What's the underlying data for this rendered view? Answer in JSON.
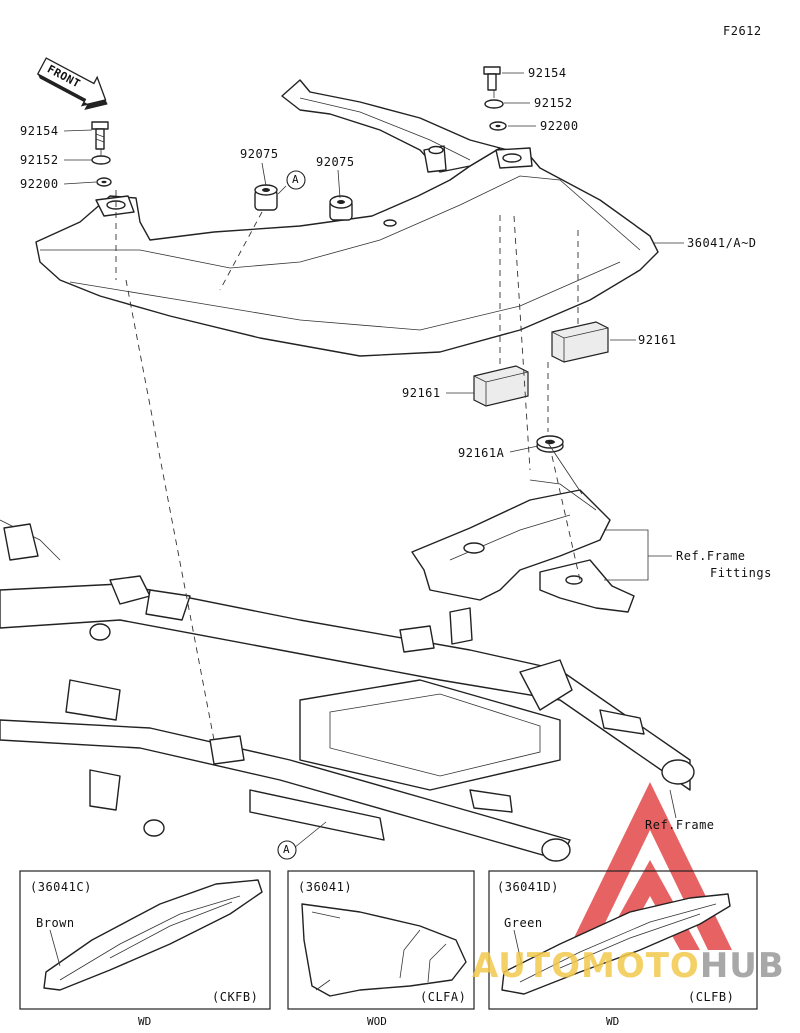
{
  "diagram": {
    "figure_code": "F2612",
    "front_arrow": "FRONT",
    "parts": {
      "bolt_left": "92154",
      "washer_left": "92152",
      "collar_left": "92200",
      "bolt_right": "92154",
      "washer_right": "92152",
      "collar_right": "92200",
      "grommet_1": "92075",
      "grommet_2": "92075",
      "cover": "36041/A~D",
      "damper_right": "92161",
      "damper_left": "92161",
      "damper_ring": "92161A"
    },
    "ref_frame_fittings_line1": "Ref.Frame",
    "ref_frame_fittings_line2": "Fittings",
    "ref_frame": "Ref.Frame",
    "callout_a_top": "A",
    "callout_a_bottom": "A"
  },
  "insets": [
    {
      "code": "(36041C)",
      "color_label": "Brown",
      "variant": "(CKFB)",
      "caption": "WD"
    },
    {
      "code": "(36041)",
      "color_label": "",
      "variant": "(CLFA)",
      "caption": "WOD"
    },
    {
      "code": "(36041D)",
      "color_label": "Green",
      "variant": "(CLFB)",
      "caption": "WD"
    }
  ],
  "watermark": {
    "part1": "AUTO",
    "part2": "MOTO",
    "part3": "HUB"
  },
  "colors": {
    "watermark_red": "#e23b3b",
    "watermark_yellow": "#f2c94c",
    "watermark_gray": "#9a9a9a"
  }
}
